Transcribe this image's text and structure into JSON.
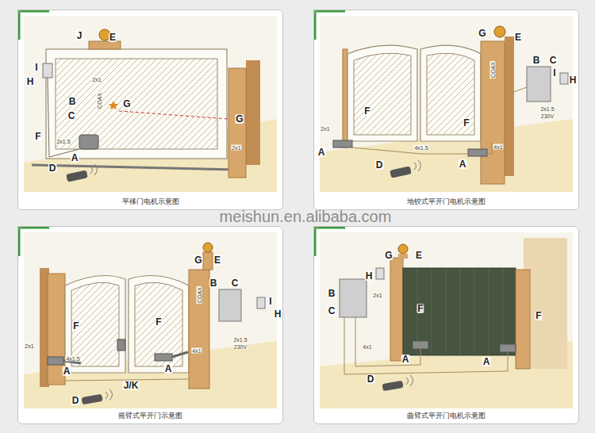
{
  "diagram": {
    "nodes": [
      {
        "text": [
          "平移门电机示意图"
        ]
      },
      {
        "text": [
          "地铰式平开门电机示意图"
        ]
      },
      {
        "text": [
          "摇臂式平开门示意图"
        ]
      },
      {
        "text": [
          "曲臂式平开门电机示意图"
        ]
      }
    ],
    "labels": [
      "J",
      "E",
      "I",
      "H",
      "B",
      "C",
      "G",
      "F",
      "2x1.5",
      "A",
      "D",
      "G",
      "2x1",
      "COAX",
      "2x1",
      "G",
      "E",
      "B",
      "C",
      "I",
      "H",
      "F",
      "F",
      "2x1",
      "A",
      "4x1.5",
      "A",
      "D",
      "2x1.5",
      "230V",
      "COAX",
      "4x1",
      "G",
      "E",
      "B",
      "C",
      "I",
      "H",
      "F",
      "F",
      "2x1",
      "4x1.5",
      "A",
      "4x1",
      "2x1.5",
      "230V",
      "A",
      "D",
      "J/K",
      "COAX",
      "G",
      "E",
      "H",
      "B",
      "C",
      "F",
      "F",
      "A",
      "A",
      "D",
      "4x1",
      "2x1",
      "meishun.en.alibaba.com"
    ]
  }
}
